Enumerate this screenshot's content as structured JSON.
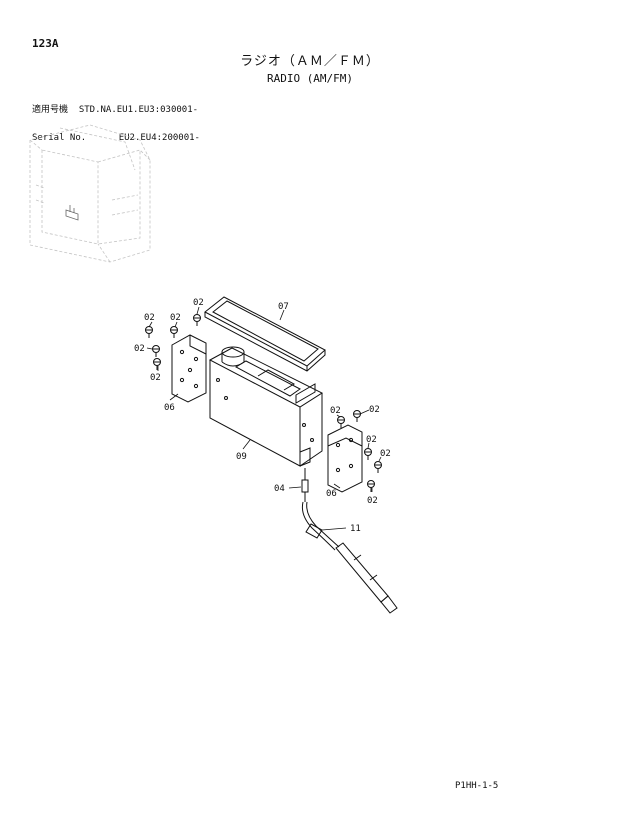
{
  "header": {
    "page_code": "123A",
    "title_jp": "ラジオ（ＡＭ／ＦＭ）",
    "title_en": "RADIO (AM/FM)"
  },
  "serial_block": {
    "line1": "適用号機  STD.NA.EU1.EU3:030001-",
    "line2": "Serial No.      EU2.EU4:200001-"
  },
  "parts": {
    "p02": "02",
    "p04": "04",
    "p06": "06",
    "p07": "07",
    "p09": "09",
    "p11": "11"
  },
  "footer": {
    "page_ref": "P1HH-1-5"
  }
}
